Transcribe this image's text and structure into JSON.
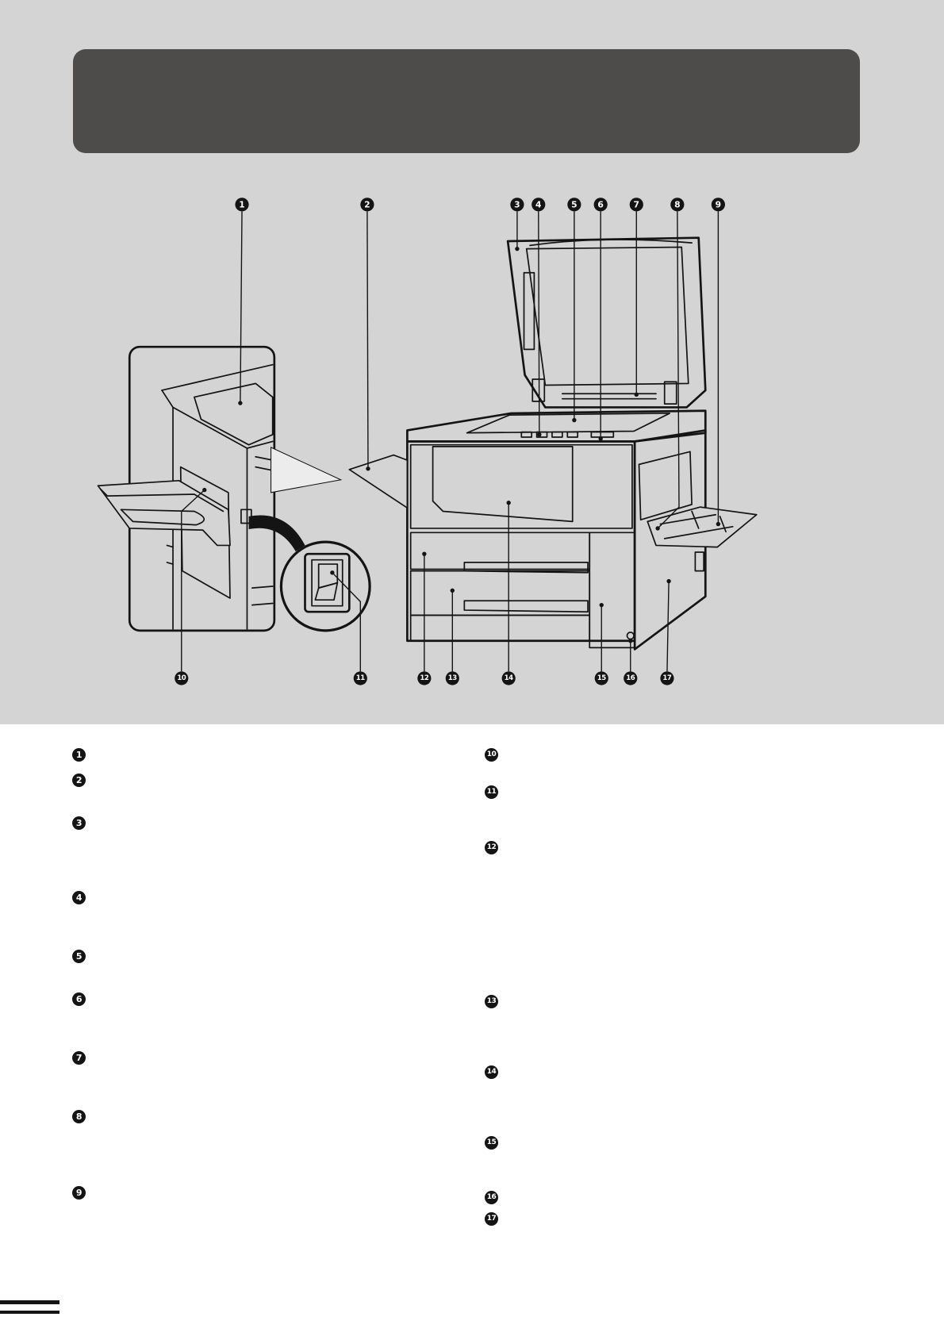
{
  "colors": {
    "page_background": "#ffffff",
    "figure_background": "#d4d4d4",
    "banner": "#4e4c4b",
    "callout": "#141414"
  },
  "figure": {
    "callouts_top": [
      "1",
      "2",
      "3",
      "4",
      "5",
      "6",
      "7",
      "8",
      "9"
    ],
    "callouts_bottom": [
      "10",
      "11",
      "12",
      "13",
      "14",
      "15",
      "16",
      "17"
    ]
  },
  "legend": {
    "left": [
      "1",
      "2",
      "3",
      "4",
      "5",
      "6",
      "7",
      "8",
      "9"
    ],
    "right": [
      "10",
      "11",
      "12",
      "13",
      "14",
      "15",
      "16",
      "17"
    ]
  }
}
